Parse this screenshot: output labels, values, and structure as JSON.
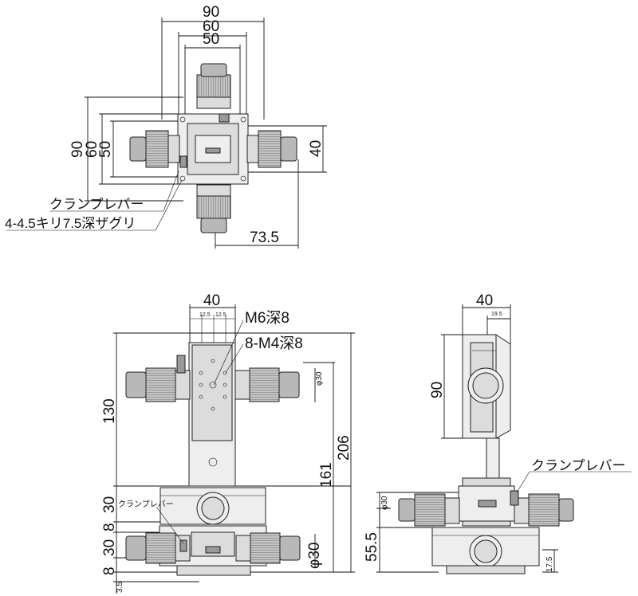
{
  "top_view": {
    "width_90": "90",
    "width_60": "60",
    "width_50": "50",
    "height_90": "90",
    "height_60": "60",
    "height_50": "50",
    "right_40": "40",
    "bottom_73_5": "73.5",
    "clamp_lever": "クランプレバー",
    "hole_spec": "4-4.5キリ7.5深ザグリ"
  },
  "front_view": {
    "top_40": "40",
    "pitch_a": "12.5",
    "pitch_b": "12.5",
    "m6": "M6深8",
    "m4": "8-M4深8",
    "phi30_upper": "φ30",
    "height_130": "130",
    "height_206": "206",
    "height_161": "161",
    "d30_a": "30",
    "d8_a": "8",
    "d30_b": "30",
    "d8_b": "8",
    "d3_5": "3.5",
    "clamp_lever": "クランプレバー",
    "phi30_lower": "φ30"
  },
  "side_view": {
    "top_40": "40",
    "offset_19_5": "19.5",
    "height_90": "90",
    "clamp_lever": "クランプレバー",
    "phi30": "φ30",
    "height_55_5": "55.5",
    "height_17_5": "17.5"
  }
}
